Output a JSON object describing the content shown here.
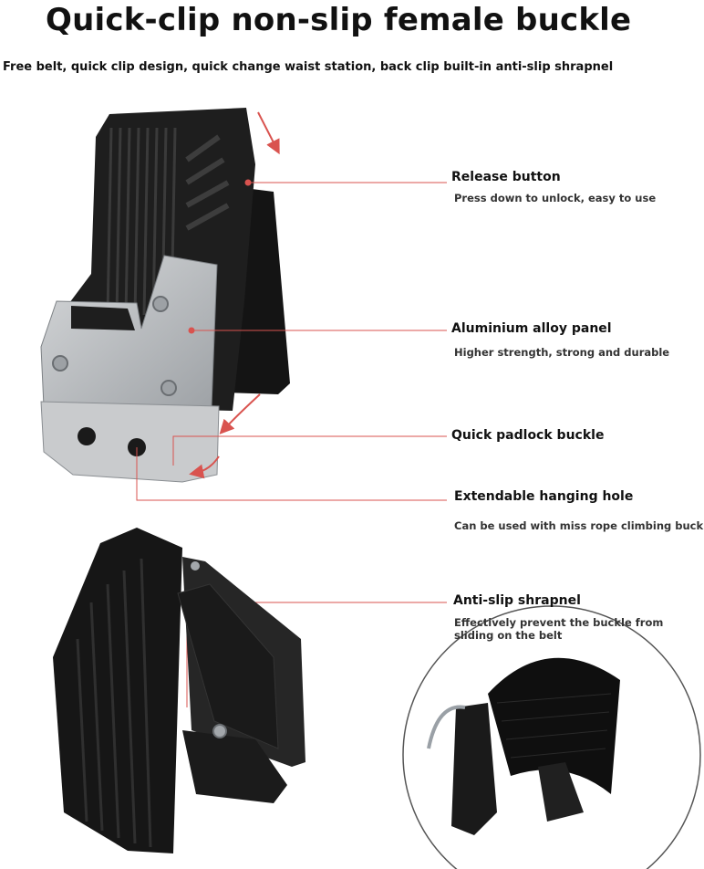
{
  "header": {
    "title": "Quick-clip non-slip female buckle",
    "subtitle": "Free belt, quick clip design, quick change waist station, back clip built-in anti-slip shrapnel"
  },
  "callouts": [
    {
      "title": "Release button",
      "desc": "Press down to unlock, easy to use"
    },
    {
      "title": "Aluminium alloy panel",
      "desc": "Higher strength, strong and durable"
    },
    {
      "title": "Quick padlock buckle",
      "desc": ""
    },
    {
      "title": "Extendable hanging hole",
      "desc": "Can be used with miss rope climbing buckle"
    },
    {
      "title": "Anti-slip shrapnel",
      "desc": "Effectively prevent the buckle from sliding on the belt"
    }
  ],
  "colors": {
    "leader_line": "#d9534f",
    "arrow": "#d9534f",
    "body": "#1a1a1a",
    "panel": "#b9bcbf"
  }
}
